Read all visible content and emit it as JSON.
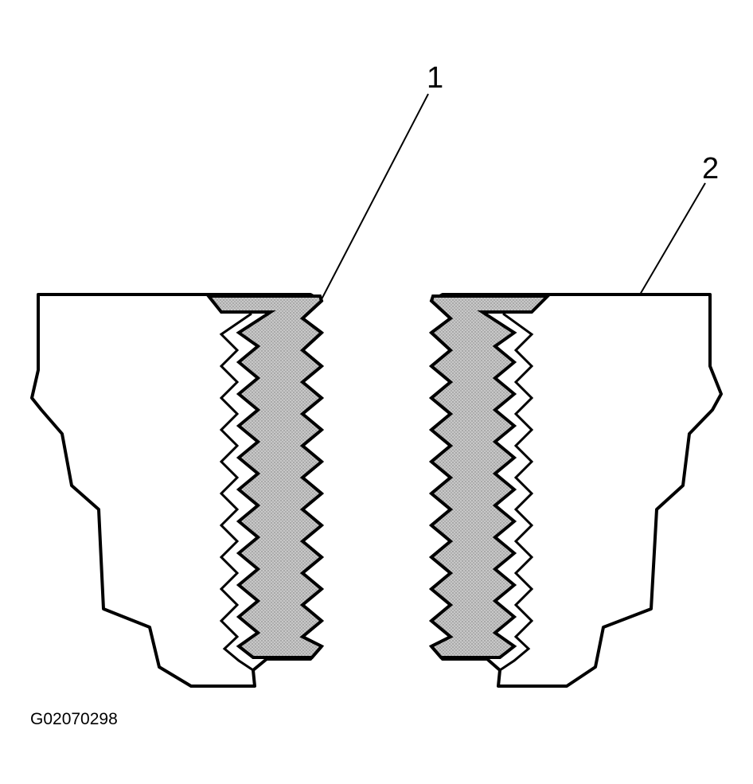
{
  "callouts": [
    {
      "label": "1"
    },
    {
      "label": "2"
    }
  ],
  "figure_id": "G02070298"
}
